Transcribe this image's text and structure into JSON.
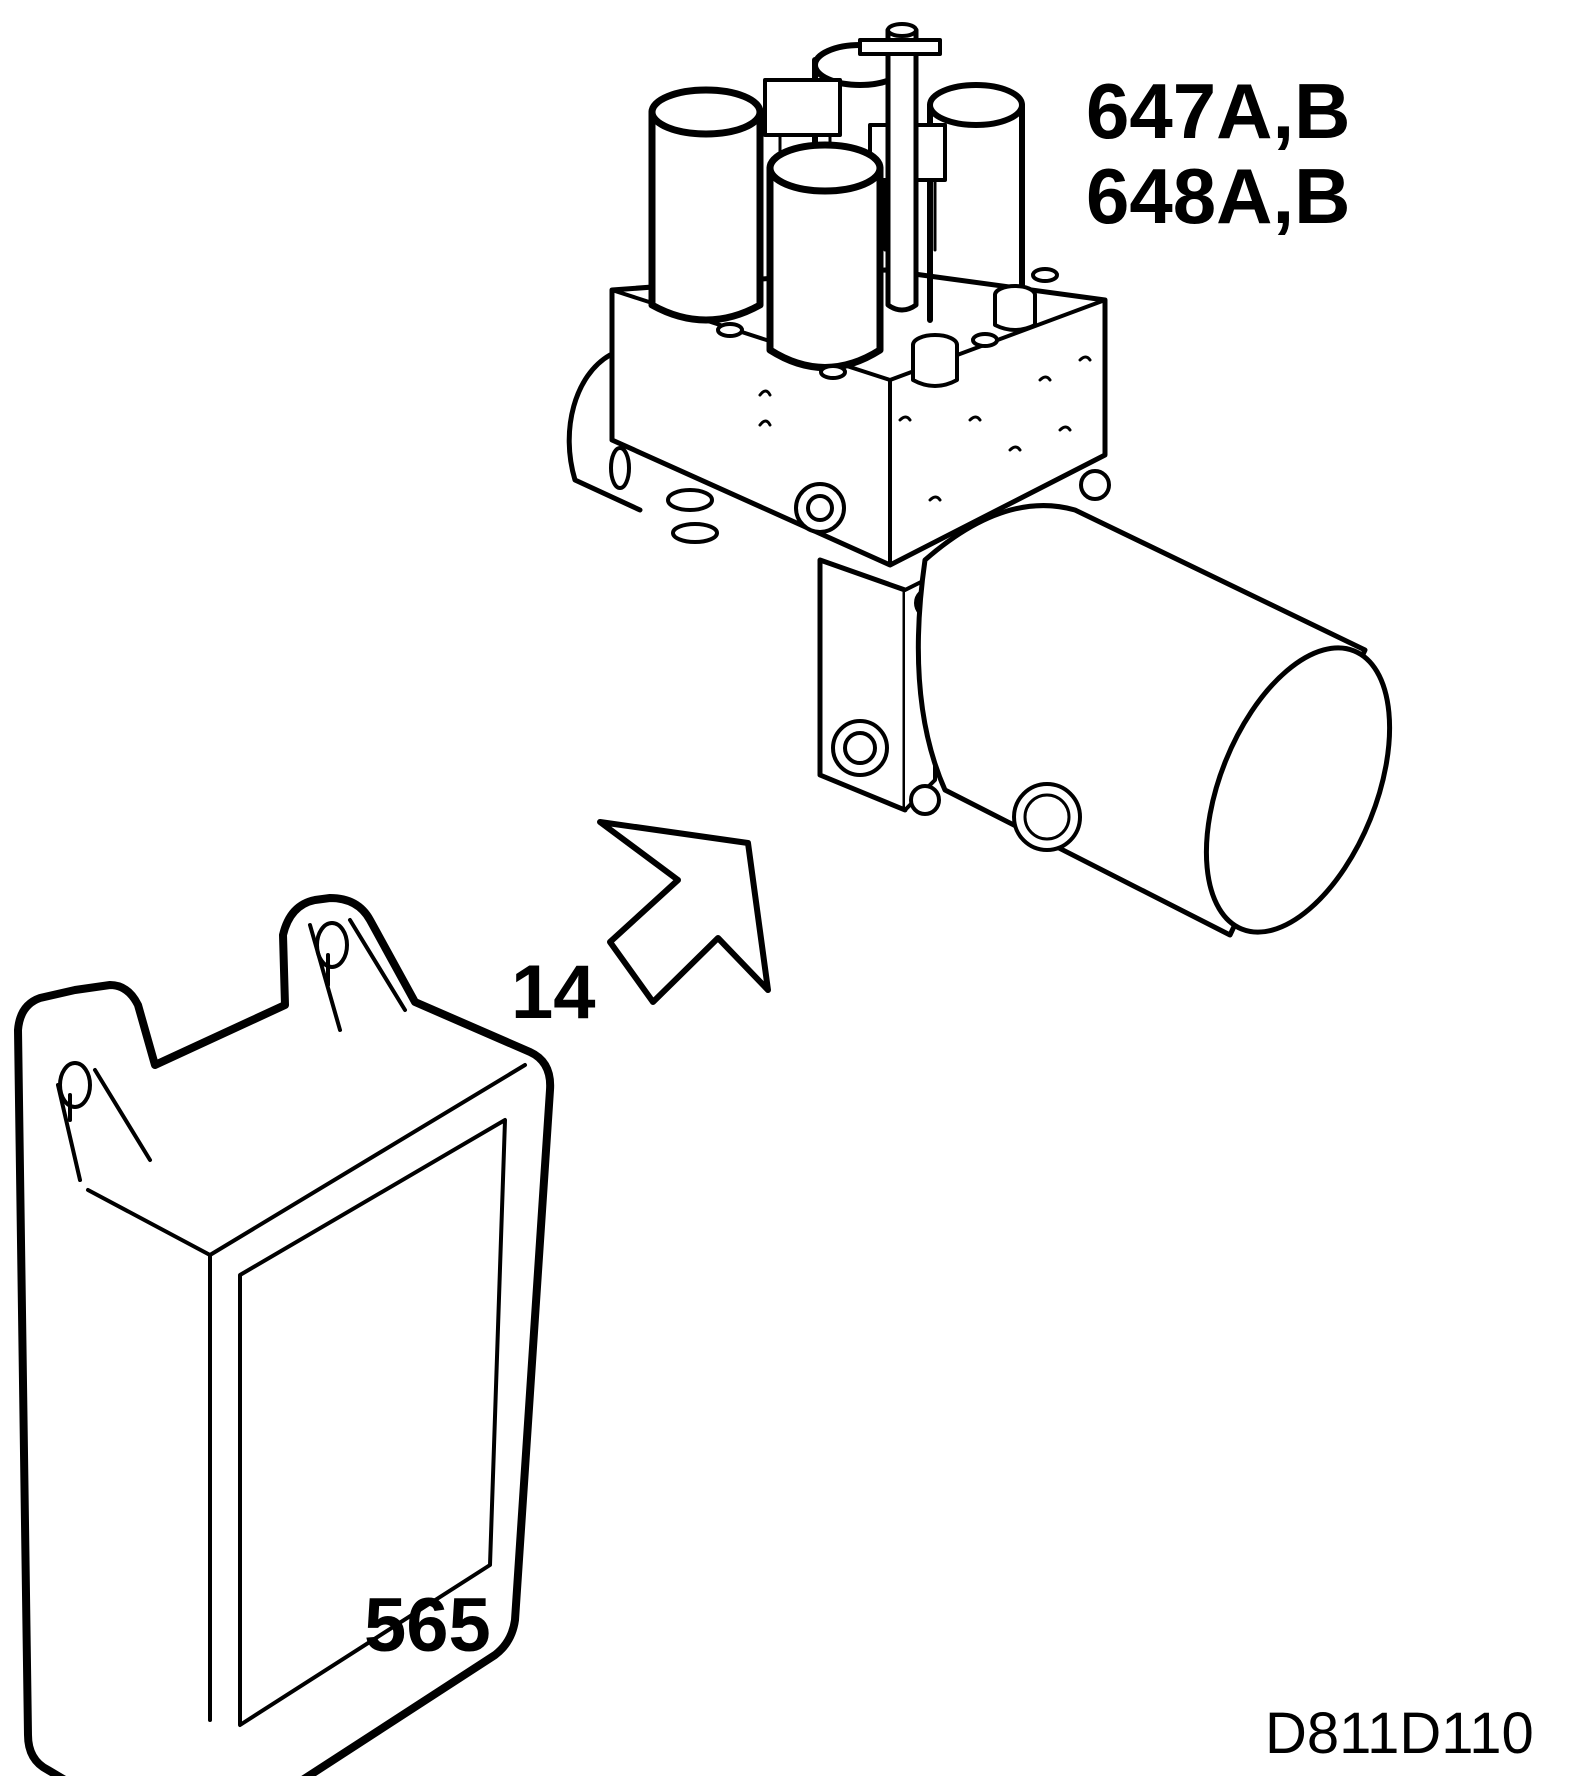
{
  "callouts": {
    "unit_upper": "647A,B",
    "unit_lower": "648A,B",
    "arrow": "14",
    "module": "565"
  },
  "reference": "D811D110",
  "colors": {
    "line": "#000000",
    "background": "#ffffff"
  },
  "icons": [
    "hydraulic-unit",
    "direction-arrow",
    "control-module"
  ]
}
